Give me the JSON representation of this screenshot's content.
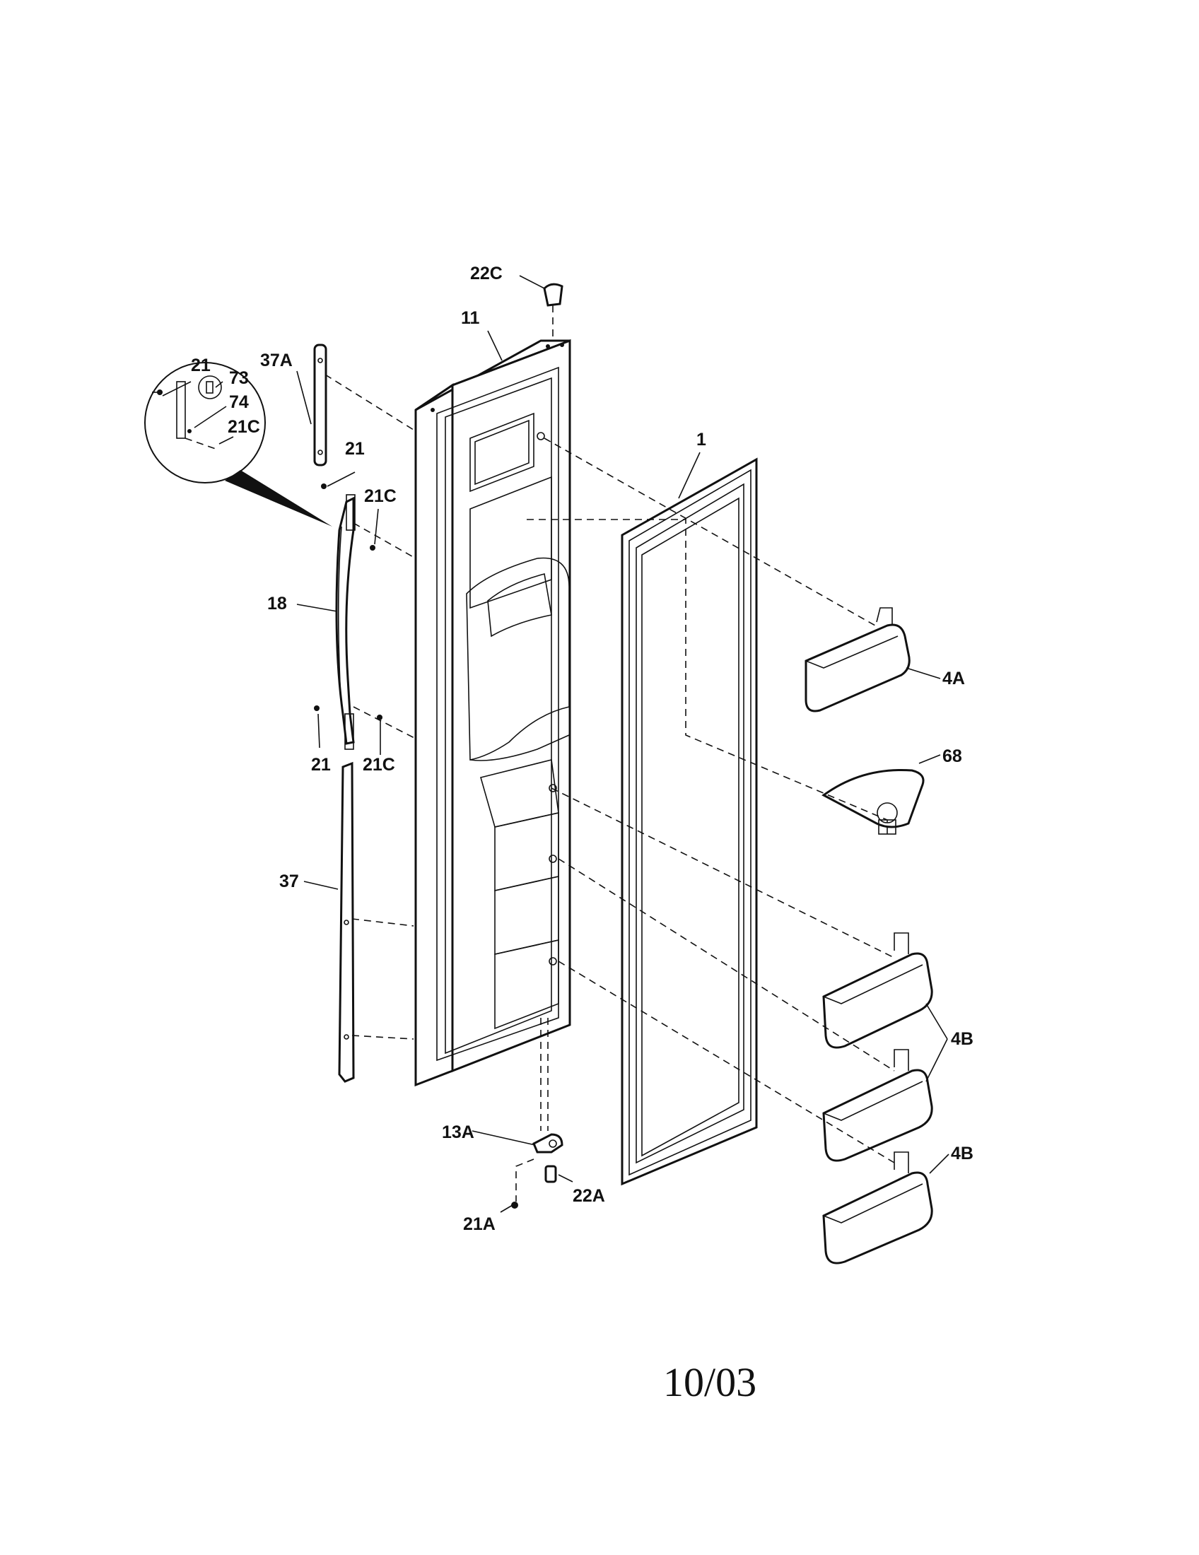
{
  "diagram": {
    "parts": [
      {
        "id": "22C",
        "label": "22C"
      },
      {
        "id": "11",
        "label": "11"
      },
      {
        "id": "37A",
        "label": "37A"
      },
      {
        "id": "21-detail",
        "label": "21"
      },
      {
        "id": "73",
        "label": "73"
      },
      {
        "id": "74",
        "label": "74"
      },
      {
        "id": "21C-detail",
        "label": "21C"
      },
      {
        "id": "21-top",
        "label": "21"
      },
      {
        "id": "21C-top",
        "label": "21C"
      },
      {
        "id": "1",
        "label": "1"
      },
      {
        "id": "18",
        "label": "18"
      },
      {
        "id": "4A",
        "label": "4A"
      },
      {
        "id": "68",
        "label": "68"
      },
      {
        "id": "21-bottom",
        "label": "21"
      },
      {
        "id": "21C-bottom",
        "label": "21C"
      },
      {
        "id": "37",
        "label": "37"
      },
      {
        "id": "4B-pair",
        "label": "4B"
      },
      {
        "id": "4B-single",
        "label": "4B"
      },
      {
        "id": "13A",
        "label": "13A"
      },
      {
        "id": "22A",
        "label": "22A"
      },
      {
        "id": "21A",
        "label": "21A"
      }
    ],
    "date_code": "10/03"
  }
}
